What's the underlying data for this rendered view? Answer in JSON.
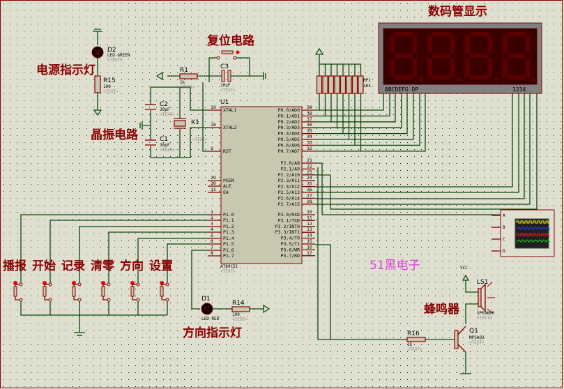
{
  "labels": {
    "power_led": "电源指示灯",
    "reset_circuit": "复位电路",
    "crystal_circuit": "晶振电路",
    "display_title": "数码管显示",
    "direction_led": "方向指示灯",
    "buzzer": "蜂鸣器",
    "watermark": "51黑电子",
    "buttons": [
      "播报",
      "开始",
      "记录",
      "清零",
      "方向",
      "设置"
    ]
  },
  "components": {
    "d2": {
      "ref": "D2",
      "value": "LED-GREEN",
      "text": "<TEXT>"
    },
    "r15": {
      "ref": "R15",
      "value": "100",
      "text": "<TEXT>"
    },
    "r1": {
      "ref": "R1",
      "value": "1k",
      "text": "<TEXT>"
    },
    "c3": {
      "ref": "C3",
      "value": "10uF",
      "text": "<TEXT>"
    },
    "c2": {
      "ref": "C2",
      "value": "30pF",
      "text": "<TEXT>"
    },
    "c1": {
      "ref": "C1",
      "value": "30pF",
      "text": "<TEXT>"
    },
    "x1": {
      "ref": "X1",
      "text": "<TEXT>"
    },
    "u1": {
      "ref": "U1",
      "value": "AT89C51",
      "text": "<TEXT>"
    },
    "rp1": {
      "ref": "RP1",
      "value": "10k",
      "text": "<TEXT>"
    },
    "d1": {
      "ref": "D1",
      "value": "LED-RED",
      "text": "<TEXT>"
    },
    "r14": {
      "ref": "R14",
      "value": "100",
      "text": "<TEXT>"
    },
    "r16": {
      "ref": "R16",
      "value": "1k",
      "text": "<TEXT>"
    },
    "q1": {
      "ref": "Q1",
      "value": "MPSA92",
      "text": "<TEXT>"
    },
    "ls1": {
      "ref": "LS1",
      "value": "SPEAKER",
      "text": "<TEXT>"
    },
    "vcc": "VCC"
  },
  "display": {
    "segments_label": "ABCDEFG DP",
    "digits_label": "1234",
    "digit_color": "#5a0000",
    "bg_color": "#3a0000"
  },
  "scope": {
    "channels": [
      "A",
      "B",
      "C",
      "D"
    ],
    "trace_colors": [
      "#ffff00",
      "#2040ff",
      "#ff2020",
      "#20d020"
    ]
  },
  "u1_pins": {
    "left": [
      {
        "num": "19",
        "name": "XTAL1"
      },
      {
        "num": "18",
        "name": "XTAL2"
      },
      {
        "num": "9",
        "name": "RST"
      },
      {
        "num": "29",
        "name": "PSEN"
      },
      {
        "num": "30",
        "name": "ALE"
      },
      {
        "num": "31",
        "name": "EA"
      },
      {
        "num": "1",
        "name": "P1.0"
      },
      {
        "num": "2",
        "name": "P1.1"
      },
      {
        "num": "3",
        "name": "P1.2"
      },
      {
        "num": "4",
        "name": "P1.3"
      },
      {
        "num": "5",
        "name": "P1.4"
      },
      {
        "num": "6",
        "name": "P1.5"
      },
      {
        "num": "7",
        "name": "P1.6"
      },
      {
        "num": "8",
        "name": "P1.7"
      }
    ],
    "right": [
      {
        "num": "39",
        "name": "P0.0/AD0"
      },
      {
        "num": "38",
        "name": "P0.1/AD1"
      },
      {
        "num": "37",
        "name": "P0.2/AD2"
      },
      {
        "num": "36",
        "name": "P0.3/AD3"
      },
      {
        "num": "35",
        "name": "P0.4/AD4"
      },
      {
        "num": "34",
        "name": "P0.5/AD5"
      },
      {
        "num": "33",
        "name": "P0.6/AD6"
      },
      {
        "num": "32",
        "name": "P0.7/AD7"
      },
      {
        "num": "21",
        "name": "P2.0/A8"
      },
      {
        "num": "22",
        "name": "P2.1/A9"
      },
      {
        "num": "23",
        "name": "P2.2/A10"
      },
      {
        "num": "24",
        "name": "P2.3/A11"
      },
      {
        "num": "25",
        "name": "P2.4/A12"
      },
      {
        "num": "26",
        "name": "P2.5/A13"
      },
      {
        "num": "27",
        "name": "P2.6/A14"
      },
      {
        "num": "28",
        "name": "P2.7/A15"
      },
      {
        "num": "10",
        "name": "P3.0/RXD"
      },
      {
        "num": "11",
        "name": "P3.1/TXD"
      },
      {
        "num": "12",
        "name": "P3.2/INT0"
      },
      {
        "num": "13",
        "name": "P3.3/INT1"
      },
      {
        "num": "14",
        "name": "P3.4/T0"
      },
      {
        "num": "15",
        "name": "P3.5/T1"
      },
      {
        "num": "16",
        "name": "P3.6/WR"
      },
      {
        "num": "17",
        "name": "P3.7/RD"
      }
    ]
  }
}
